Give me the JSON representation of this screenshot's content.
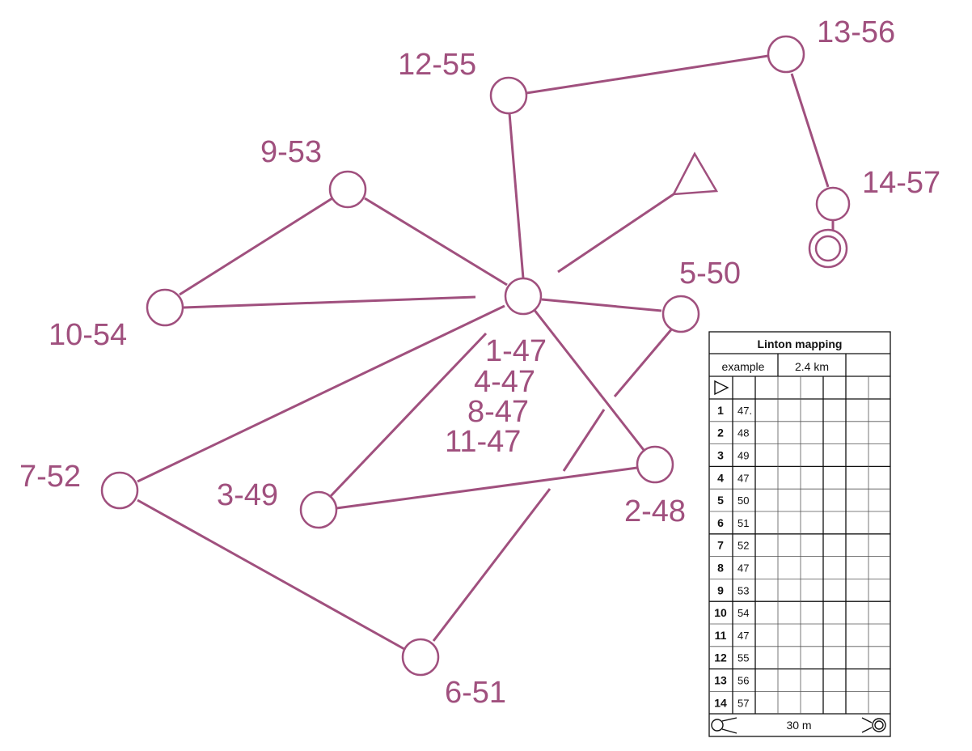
{
  "map": {
    "colors": {
      "overprint": "#a0507e",
      "card_ink": "#111111"
    },
    "controls": [
      {
        "id": "start",
        "symbol": "start-triangle-icon"
      },
      {
        "id": "hub",
        "labels": [
          "1-47",
          "4-47",
          "8-47",
          "11-47"
        ]
      },
      {
        "id": "c2",
        "labels": [
          "2-48"
        ]
      },
      {
        "id": "c3",
        "labels": [
          "3-49"
        ]
      },
      {
        "id": "c5",
        "labels": [
          "5-50"
        ]
      },
      {
        "id": "c6",
        "labels": [
          "6-51"
        ]
      },
      {
        "id": "c7",
        "labels": [
          "7-52"
        ]
      },
      {
        "id": "c9",
        "labels": [
          "9-53"
        ]
      },
      {
        "id": "c10",
        "labels": [
          "10-54"
        ]
      },
      {
        "id": "c12",
        "labels": [
          "12-55"
        ]
      },
      {
        "id": "c13",
        "labels": [
          "13-56"
        ]
      },
      {
        "id": "c14",
        "labels": [
          "14-57"
        ]
      },
      {
        "id": "finish",
        "symbol": "finish-double-circle-icon"
      }
    ],
    "legs": [
      [
        "start",
        "hub"
      ],
      [
        "hub",
        "c2"
      ],
      [
        "c2",
        "c3"
      ],
      [
        "c3",
        "hub"
      ],
      [
        "hub",
        "c5"
      ],
      [
        "c5",
        "c6"
      ],
      [
        "c6",
        "c7"
      ],
      [
        "c7",
        "hub"
      ],
      [
        "hub",
        "c9"
      ],
      [
        "c9",
        "c10"
      ],
      [
        "c10",
        "hub"
      ],
      [
        "hub",
        "c12"
      ],
      [
        "c12",
        "c13"
      ],
      [
        "c13",
        "c14"
      ],
      [
        "c14",
        "finish"
      ]
    ]
  },
  "card": {
    "title": "Linton mapping",
    "course_name": "example",
    "length": "2.4 km",
    "start_symbol": "start-triangle-icon",
    "rows": [
      {
        "num": "1",
        "code": "47."
      },
      {
        "num": "2",
        "code": "48"
      },
      {
        "num": "3",
        "code": "49"
      },
      {
        "num": "4",
        "code": "47"
      },
      {
        "num": "5",
        "code": "50"
      },
      {
        "num": "6",
        "code": "51"
      },
      {
        "num": "7",
        "code": "52"
      },
      {
        "num": "8",
        "code": "47"
      },
      {
        "num": "9",
        "code": "53"
      },
      {
        "num": "10",
        "code": "54"
      },
      {
        "num": "11",
        "code": "47"
      },
      {
        "num": "12",
        "code": "55"
      },
      {
        "num": "13",
        "code": "56"
      },
      {
        "num": "14",
        "code": "57"
      }
    ],
    "finish_distance": "30 m",
    "finish_left_symbol": "navigate-to-finish-icon",
    "finish_right_symbol": "finish-icon"
  }
}
